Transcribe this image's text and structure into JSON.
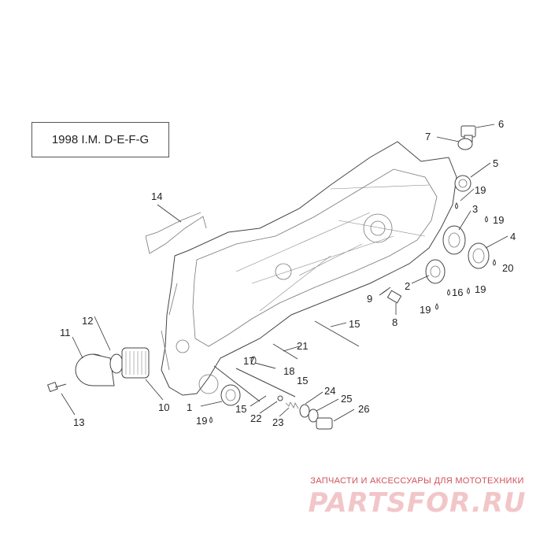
{
  "header": {
    "title": "1998  I.M. D-E-F-G"
  },
  "callouts": [
    {
      "id": "6",
      "label": "6"
    },
    {
      "id": "7",
      "label": "7"
    },
    {
      "id": "5",
      "label": "5"
    },
    {
      "id": "19a",
      "label": "19"
    },
    {
      "id": "3",
      "label": "3"
    },
    {
      "id": "19b",
      "label": "19"
    },
    {
      "id": "4",
      "label": "4"
    },
    {
      "id": "20",
      "label": "20"
    },
    {
      "id": "2",
      "label": "2"
    },
    {
      "id": "16",
      "label": "16"
    },
    {
      "id": "19c",
      "label": "19"
    },
    {
      "id": "9",
      "label": "9"
    },
    {
      "id": "19d",
      "label": "19"
    },
    {
      "id": "8",
      "label": "8"
    },
    {
      "id": "14",
      "label": "14"
    },
    {
      "id": "15a",
      "label": "15"
    },
    {
      "id": "21",
      "label": "21"
    },
    {
      "id": "17",
      "label": "17"
    },
    {
      "id": "18",
      "label": "18"
    },
    {
      "id": "15b",
      "label": "15"
    },
    {
      "id": "11",
      "label": "11"
    },
    {
      "id": "12",
      "label": "12"
    },
    {
      "id": "10",
      "label": "10"
    },
    {
      "id": "13",
      "label": "13"
    },
    {
      "id": "1",
      "label": "1"
    },
    {
      "id": "15c",
      "label": "15"
    },
    {
      "id": "19e",
      "label": "19"
    },
    {
      "id": "22",
      "label": "22"
    },
    {
      "id": "23",
      "label": "23"
    },
    {
      "id": "24",
      "label": "24"
    },
    {
      "id": "25",
      "label": "25"
    },
    {
      "id": "26",
      "label": "26"
    }
  ],
  "watermark": {
    "tagline": "ЗАПЧАСТИ И АКСЕССУАРЫ ДЛЯ МОТОТЕХНИКИ",
    "logo": "PARTSFOR.RU"
  }
}
